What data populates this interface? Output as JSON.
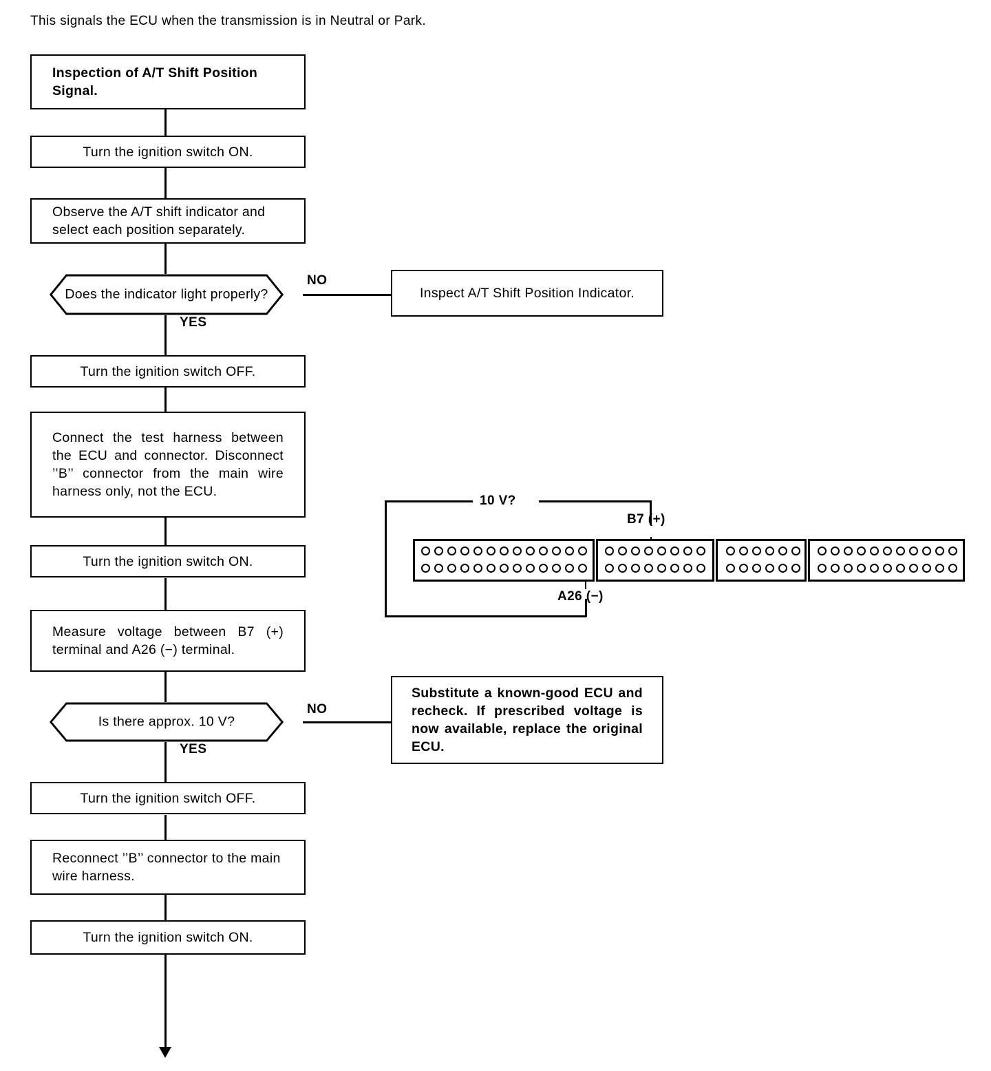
{
  "page": {
    "intro": "This signals the ECU when the transmission is in Neutral or Park."
  },
  "flow": {
    "steps": [
      {
        "id": "inspection-title",
        "text": "Inspection of A/T Shift Position Signal."
      },
      {
        "id": "ignition-on-1",
        "text": "Turn the ignition switch ON."
      },
      {
        "id": "observe-indicator",
        "text": "Observe the A/T shift indicator and select each position separately."
      },
      {
        "id": "ignition-off-1",
        "text": "Turn the ignition switch OFF."
      },
      {
        "id": "connect-harness",
        "text": "Connect the test harness between the ECU and connector. Disconnect ’’B’’ connector from the main wire harness only, not the ECU."
      },
      {
        "id": "ignition-on-2",
        "text": "Turn the ignition switch ON."
      },
      {
        "id": "measure-voltage",
        "text": "Measure voltage between B7 (+) terminal and A26 (−) terminal."
      },
      {
        "id": "ignition-off-2",
        "text": "Turn the ignition switch OFF."
      },
      {
        "id": "reconnect-b",
        "text": "Reconnect ’’B’’ connector to the main wire harness."
      },
      {
        "id": "ignition-on-3",
        "text": "Turn the ignition switch ON."
      }
    ],
    "decisions": [
      {
        "id": "indicator-light",
        "text": "Does the indicator light properly?",
        "no_label": "NO",
        "yes_label": "YES"
      },
      {
        "id": "approx-10v",
        "text": "Is there approx. 10 V?",
        "no_label": "NO",
        "yes_label": "YES"
      }
    ],
    "outcomes": [
      {
        "id": "inspect-indicator",
        "text": "Inspect A/T Shift Position Indicator."
      },
      {
        "id": "substitute-ecu",
        "text": "Substitute a known-good ECU and recheck. If prescribed voltage is now available, replace the original ECU."
      }
    ]
  },
  "connector_diagram": {
    "voltage_label": "10 V?",
    "positive_terminal": "B7 (+)",
    "negative_terminal": "A26 (−)",
    "blocks": [
      {
        "id": "block-a",
        "pins_per_row": 13,
        "rows": 2
      },
      {
        "id": "block-b",
        "pins_per_row": 8,
        "rows": 2
      },
      {
        "id": "block-c",
        "pins_per_row": 6,
        "rows": 2
      },
      {
        "id": "block-d",
        "pins_per_row": 11,
        "rows": 2
      }
    ]
  },
  "colors": {
    "ink": "#000000",
    "paper": "#ffffff"
  }
}
